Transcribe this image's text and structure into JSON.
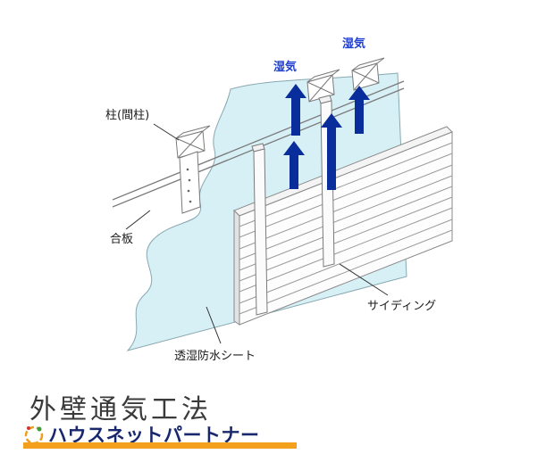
{
  "diagram": {
    "labels": {
      "moisture_top": "湿気",
      "moisture_left": "湿気",
      "pillar": "柱(間柱)",
      "plywood": "合板",
      "siding": "サイディング",
      "sheet": "透湿防水シート"
    },
    "colors": {
      "sheet_fill": "#d7f0f6",
      "arrow": "#0a2d9c",
      "moisture_text": "#1f3fd0",
      "outline": "#7a7a7a"
    }
  },
  "footer": {
    "title": "外壁通気工法",
    "brand": "ハウスネットパートナー",
    "brand_color": "#19286e",
    "bar_color": "#f3a01c"
  }
}
